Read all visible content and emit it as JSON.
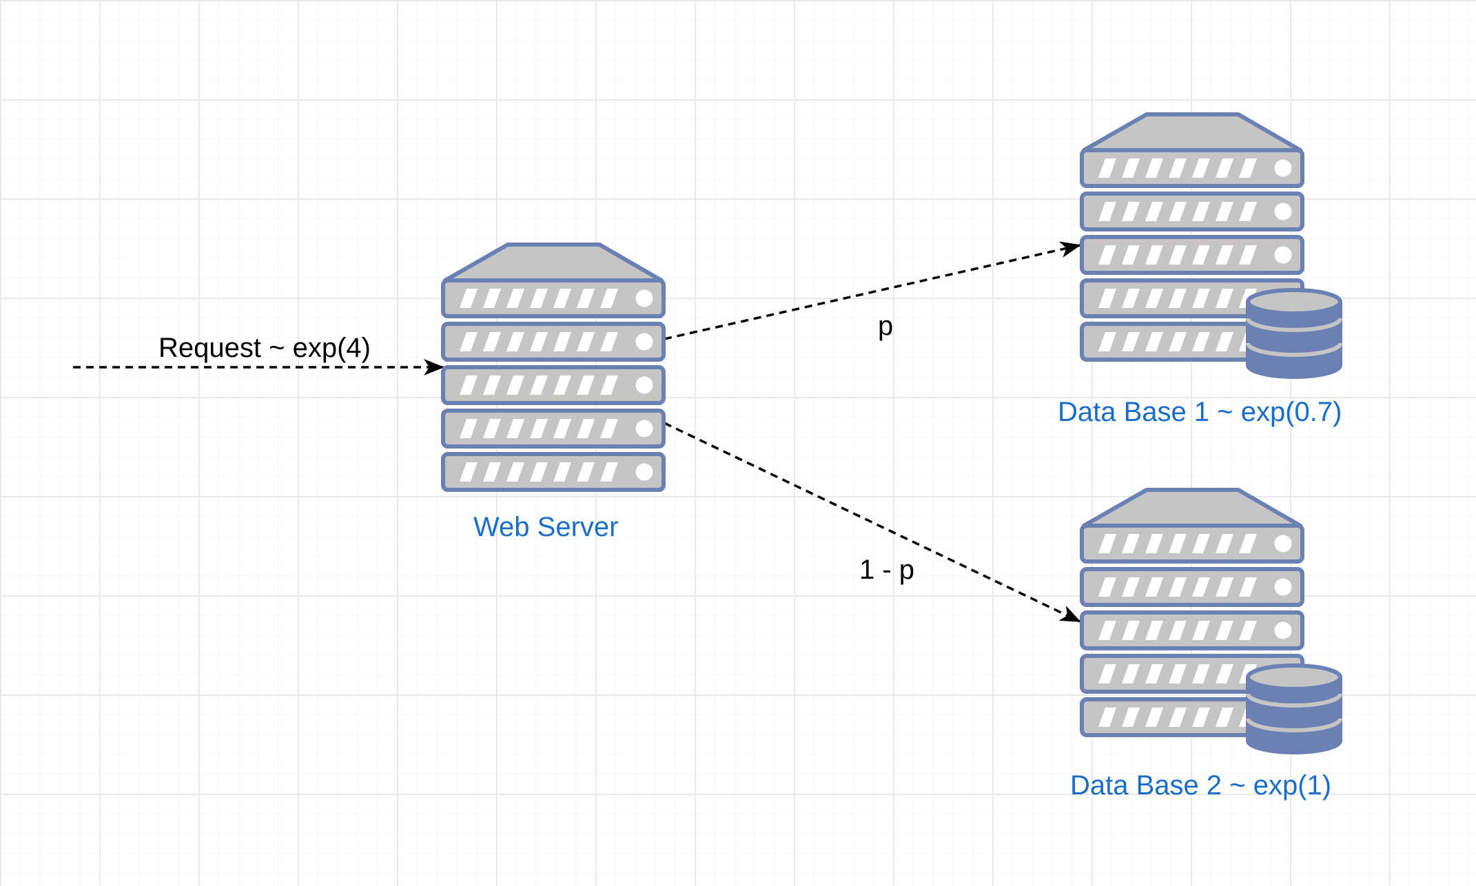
{
  "colors": {
    "stroke": "#6b80b3",
    "fill": "#c5c5c5",
    "label": "#1a6dc8",
    "edge": "#000000",
    "grid": "#e9e9e9"
  },
  "nodes": {
    "web_server": {
      "label": "Web Server",
      "icon": "server-icon"
    },
    "db1": {
      "label": "Data Base 1 ~ exp(0.7)",
      "icon": "database-server-icon"
    },
    "db2": {
      "label": "Data Base 2 ~ exp(1)",
      "icon": "database-server-icon"
    }
  },
  "edges": {
    "request": {
      "label": "Request ~ exp(4)"
    },
    "to_db1": {
      "label": "p"
    },
    "to_db2": {
      "label": "1 - p"
    }
  }
}
